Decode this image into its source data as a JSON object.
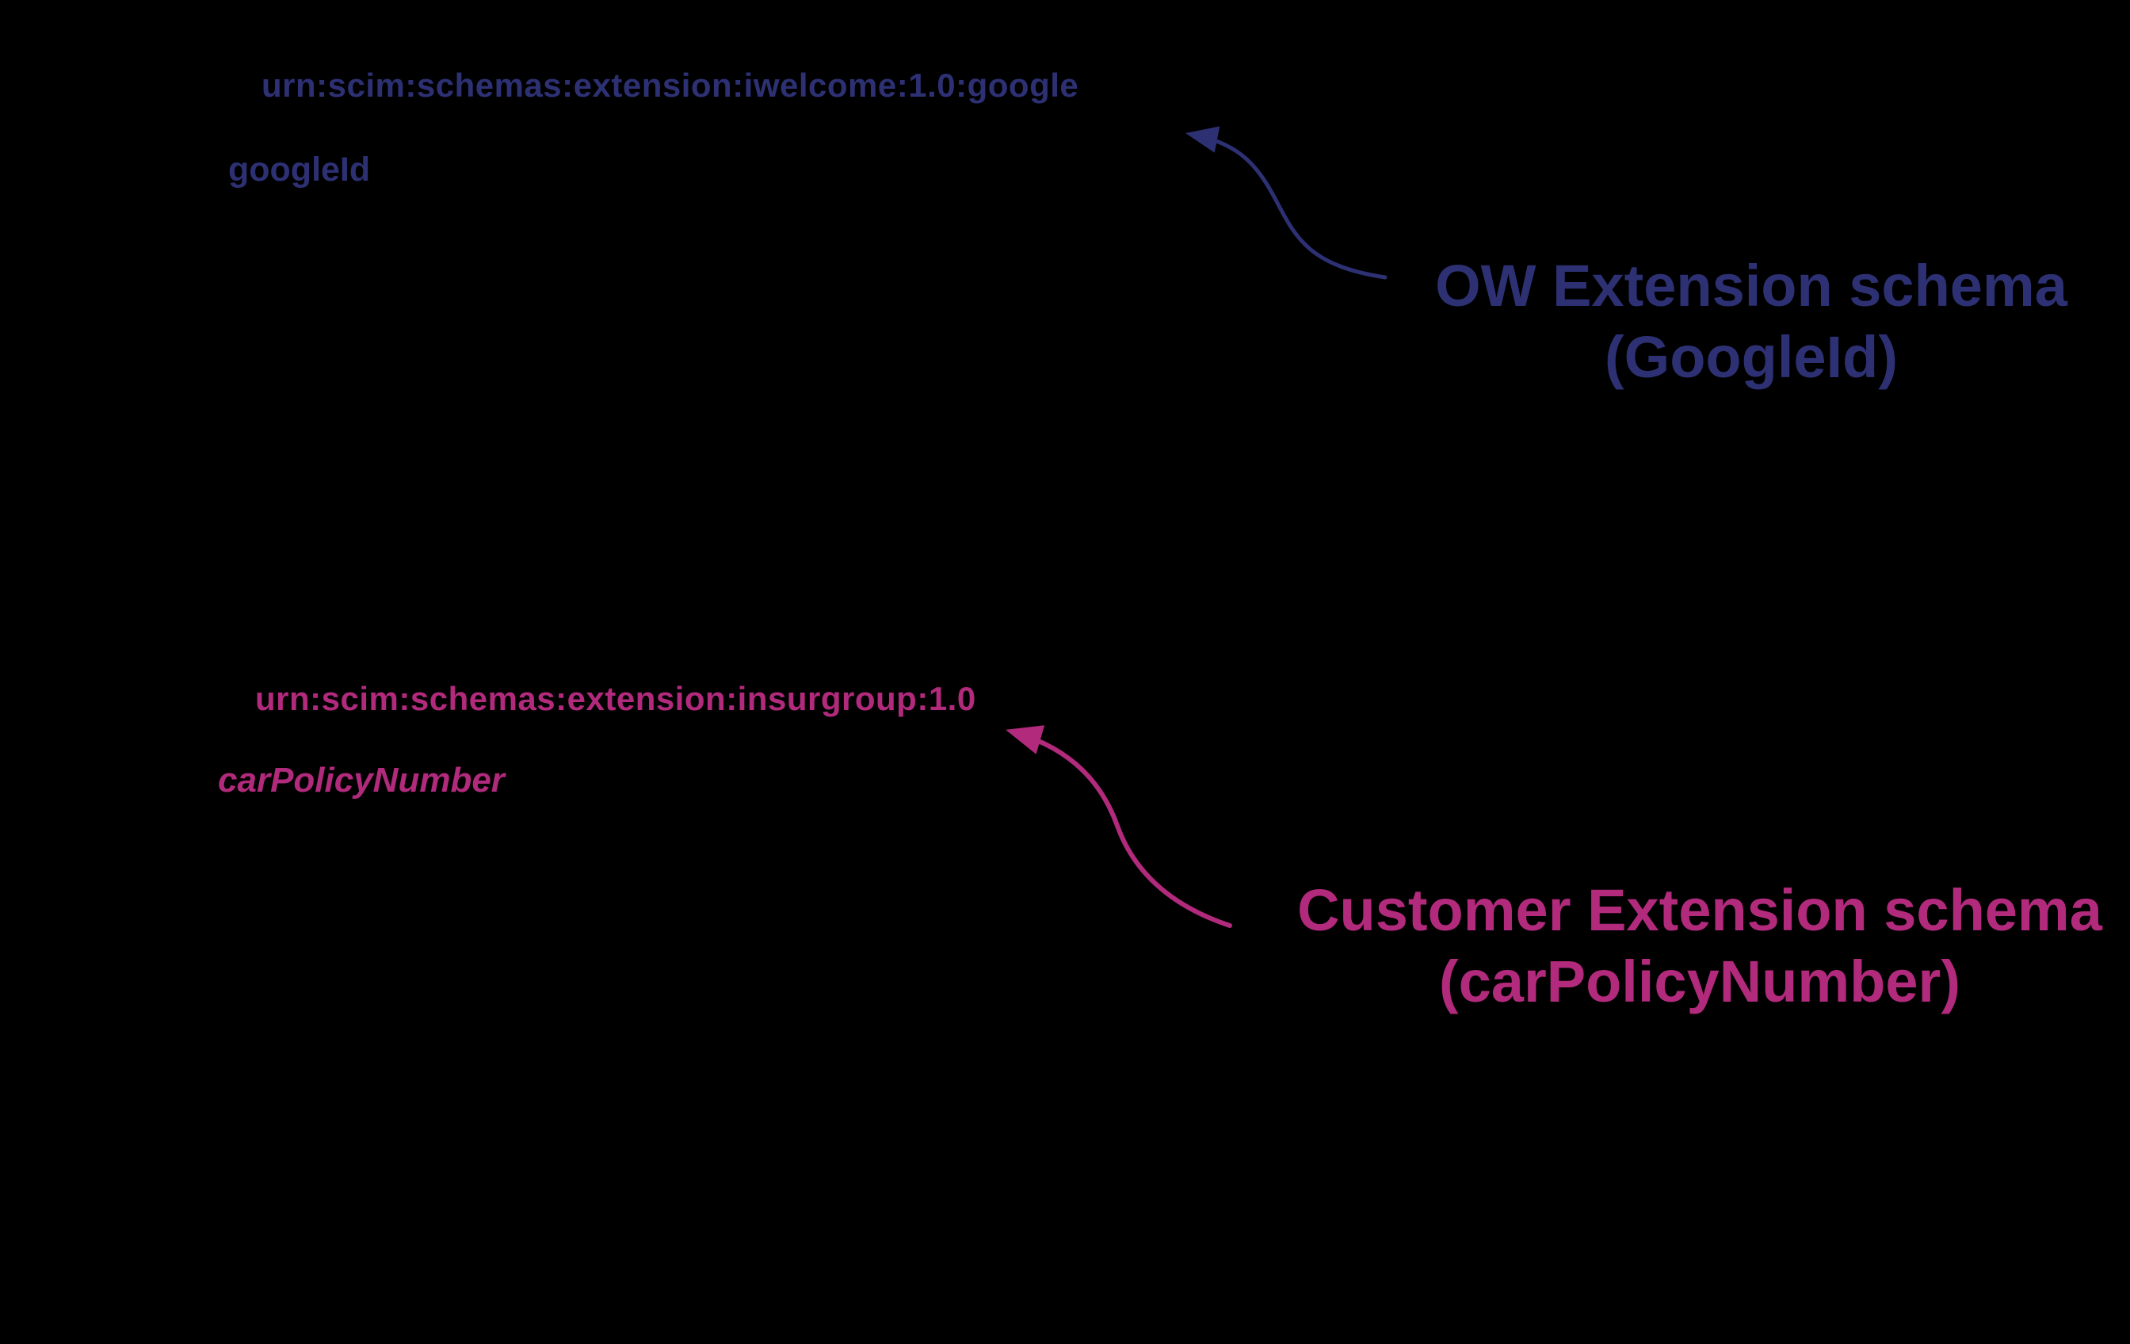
{
  "background_color": "#000000",
  "google_extension": {
    "urn": "urn:scim:schemas:extension:iwelcome:1.0:google",
    "attribute": "googleId",
    "label_line1": "OW Extension schema",
    "label_line2": "(GoogleId)",
    "color": "#2d3173"
  },
  "customer_extension": {
    "urn": "urn:scim:schemas:extension:insurgroup:1.0",
    "attribute": "carPolicyNumber",
    "label_line1": "Customer Extension schema",
    "label_line2": "(carPolicyNumber)",
    "color": "#b12a7c"
  }
}
